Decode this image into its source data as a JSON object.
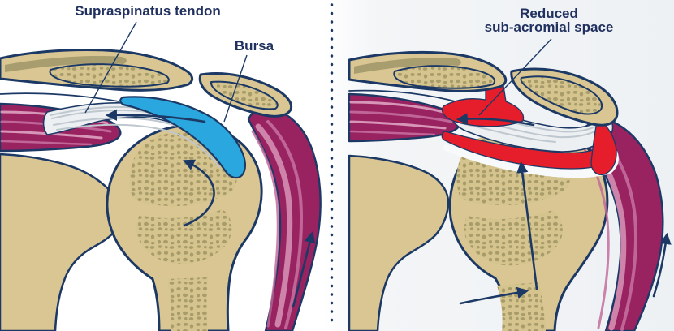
{
  "diagram": {
    "subject": "Shoulder sub-acromial space comparison",
    "panel_left": {
      "label_supraspinatus": "Supraspinatus tendon",
      "label_bursa": "Bursa"
    },
    "panel_right": {
      "label_line1": "Reduced",
      "label_line2": "sub-acromial space"
    },
    "colors": {
      "bone": "#d9c692",
      "bone_speckle": "#a89c6a",
      "bone_shadow": "#a89d6e",
      "outline_navy": "#1c3966",
      "bursa_blue": "#2aa7de",
      "inflamed_red": "#e61e2b",
      "muscle_magenta": "#992361",
      "muscle_highlight": "#d795b7",
      "muscle_mid": "#c06597",
      "tendon_white": "#edf0f3",
      "tendon_streak": "#bfc7cf",
      "text_navy": "#20305f",
      "background_right": "#eef1f4"
    }
  }
}
